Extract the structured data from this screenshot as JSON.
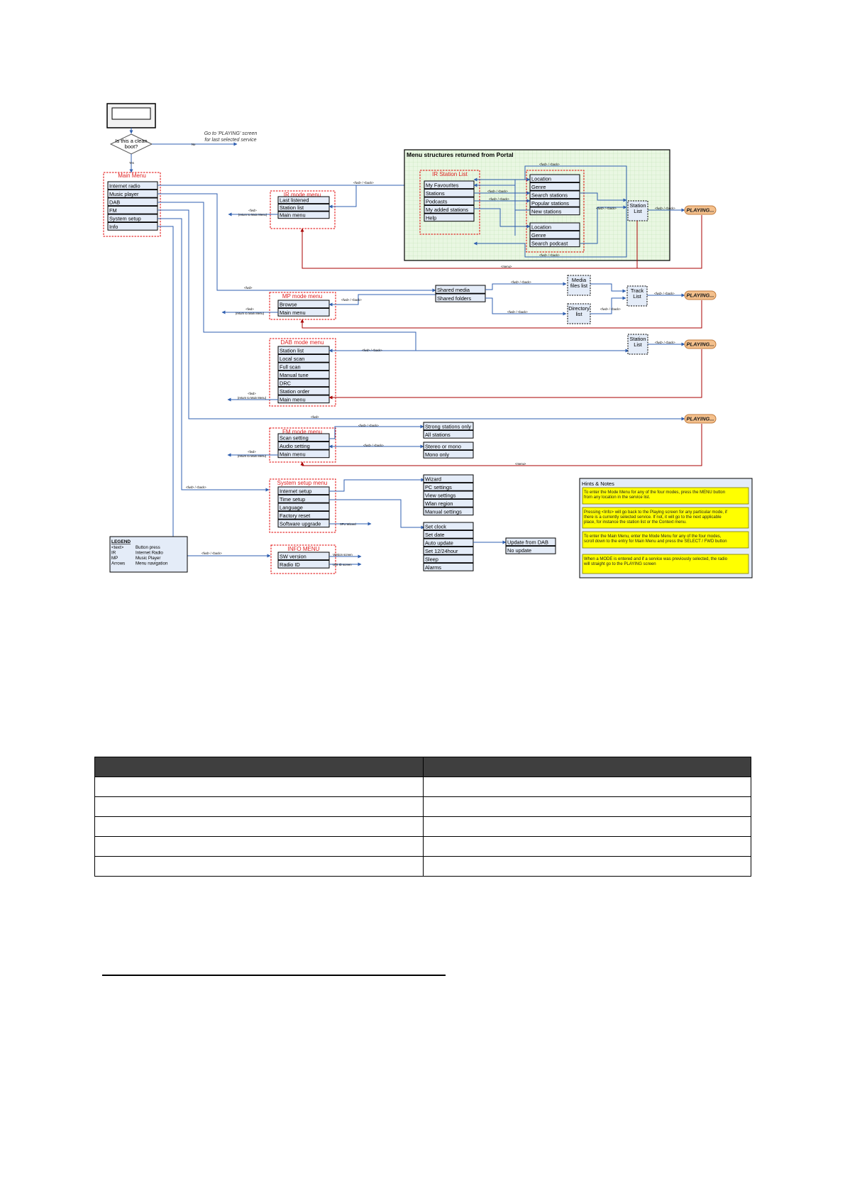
{
  "start": {
    "question_line1": "Is this a clean",
    "question_line2": "boot?",
    "no_label": "No",
    "yes_label": "Yes",
    "goto_line1": "Go to 'PLAYING' screen",
    "goto_line2": "for last selected service"
  },
  "main_menu": {
    "title": "Main Menu",
    "items": [
      "Internet radio",
      "Music player",
      "DAB",
      "FM",
      "System setup",
      "Info"
    ]
  },
  "ir_mode_menu": {
    "title": "IR mode menu",
    "items": [
      "Last listened",
      "Station list",
      "Main menu"
    ],
    "return_line1": "<fwd>",
    "return_line2": "(return to Main Menu)"
  },
  "portal": {
    "title": "Menu structures returned from Portal",
    "station_list_title": "IR Station List",
    "station_list_items": [
      "My Favourites",
      "Stations",
      "Podcasts",
      "My added stations",
      "Help"
    ],
    "stations_submenu": [
      "Location",
      "Genre",
      "Search stations",
      "Popular stations",
      "New stations"
    ],
    "podcasts_submenu": [
      "Location",
      "Genre",
      "Search podcast"
    ],
    "station_list_box": [
      "Station",
      "List"
    ]
  },
  "mp_mode_menu": {
    "title": "MP mode menu",
    "items": [
      "Browse",
      "Main menu"
    ],
    "return_line1": "<fwd>",
    "return_line2": "(return to Main Menu)",
    "shared_items": [
      "Shared media",
      "Shared folders"
    ],
    "media_files_list": [
      "Media",
      "files list"
    ],
    "directory_list": [
      "Directory",
      "list"
    ],
    "track_list": [
      "Track",
      "List"
    ]
  },
  "dab_mode_menu": {
    "title": "DAB mode menu",
    "items": [
      "Station list",
      "Local scan",
      "Full scan",
      "Manual tune",
      "DRC",
      "Station order",
      "Main menu"
    ],
    "return_line1": "<fwd>",
    "return_line2": "(return to Main Menu)",
    "station_list_box": [
      "Station",
      "List"
    ]
  },
  "fm_mode_menu": {
    "title": "FM mode menu",
    "items": [
      "Scan setting",
      "Audio setting",
      "Main menu"
    ],
    "return_line1": "<fwd>",
    "return_line2": "(return to Main Menu)",
    "scan_options": [
      "Strong stations only",
      "All stations"
    ],
    "audio_options": [
      "Stereo or mono",
      "Mono only"
    ]
  },
  "system_setup_menu": {
    "title": "System setup menu",
    "items": [
      "Internet setup",
      "Time setup",
      "Language",
      "Factory reset",
      "Software upgrade"
    ],
    "internet_options": [
      "Wizard",
      "PC settings",
      "View settings",
      "Wlan region",
      "Manual settings"
    ],
    "time_options": [
      "Set clock",
      "Set date",
      "Auto update",
      "Set 12/24hour",
      "Sleep",
      "Alarms"
    ],
    "auto_update_options": [
      "Update from DAB",
      "No update"
    ],
    "upgrade_label": "SFU Wizard"
  },
  "info_menu": {
    "title": "INFO MENU",
    "items": [
      "SW version",
      "Radio ID"
    ],
    "sw_label": "Version screen",
    "radio_label": "Unit ID screen"
  },
  "legend": {
    "title": "LEGEND",
    "rows": [
      {
        "key": "<text>",
        "value": "Button press"
      },
      {
        "key": "IR",
        "value": "Internet Radio"
      },
      {
        "key": "MP",
        "value": "Music Player"
      },
      {
        "key": "Arrows",
        "value": "Menu navigation"
      }
    ]
  },
  "edge_labels": {
    "fwd_back": "<fwd> / <back>",
    "fwd": "<fwd>",
    "menu": "<menu>"
  },
  "playing_label": "PLAYING...",
  "hints": {
    "title": "Hints & Notes",
    "notes": [
      [
        "To enter the Mode Menu for any of the four modes, press the MENU button",
        "from any location in the service list."
      ],
      [
        "Pressing <Info> will go back to the Playing screen for any particular mode, if",
        "there is a currently selected service. If not, it will go to the next applicable",
        "place, for instance the station list or the Context menu."
      ],
      [
        "To enter the Main Menu, enter the Mode Menu for any of the four modes,",
        "scroll down to the entry for Main Menu and press the SELECT / FWD button"
      ],
      [
        "When a MODE is entered and if a service was previously selected, the radio",
        "will straight go to the PLAYING screen"
      ]
    ]
  },
  "table": {
    "headers": [
      "",
      ""
    ],
    "rows": [
      [
        "",
        ""
      ],
      [
        "",
        ""
      ],
      [
        "",
        ""
      ],
      [
        "",
        ""
      ],
      [
        "",
        ""
      ]
    ]
  },
  "colors": {
    "arrow": "#2f5fb0",
    "return_arrow": "#a80000",
    "menu_fill": "#e4ecf8",
    "playing_fill": "#f4c08c",
    "hint_fill": "#ffff00",
    "portal_fill": "#e9f7e2",
    "table_header": "#3f3f3f"
  }
}
